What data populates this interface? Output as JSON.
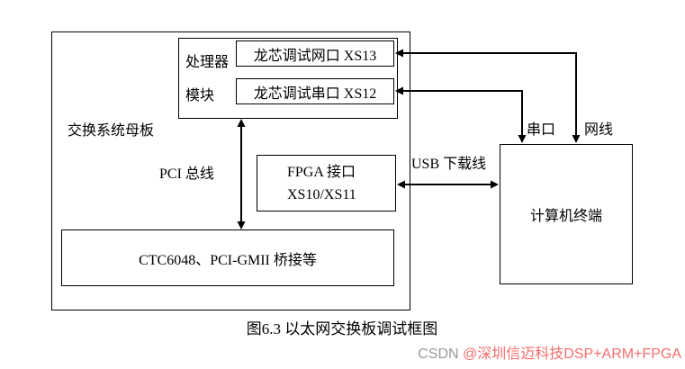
{
  "diagram": {
    "motherboard_label": "交换系统母板",
    "processor_label_line1": "处理器",
    "processor_label_line2": "模块",
    "xs13_label": "龙芯调试网口 XS13",
    "xs12_label": "龙芯调试串口 XS12",
    "pci_bus_label": "PCI 总线",
    "fpga_label_line1": "FPGA 接口",
    "fpga_label_line2": "XS10/XS11",
    "bridge_label": "CTC6048、PCI-GMII 桥接等",
    "usb_cable_label": "USB 下载线",
    "serial_port_label": "串口",
    "network_cable_label": "网线",
    "terminal_label": "计算机终端"
  },
  "caption": "图6.3 以太网交换板调试框图",
  "watermark": {
    "prefix": "CSDN ",
    "handle": "@深圳信迈科技DSP+ARM+FPGA"
  },
  "colors": {
    "line": "#000000",
    "watermark_prefix": "#9a9a9a",
    "watermark_handle": "#f56c6c"
  }
}
